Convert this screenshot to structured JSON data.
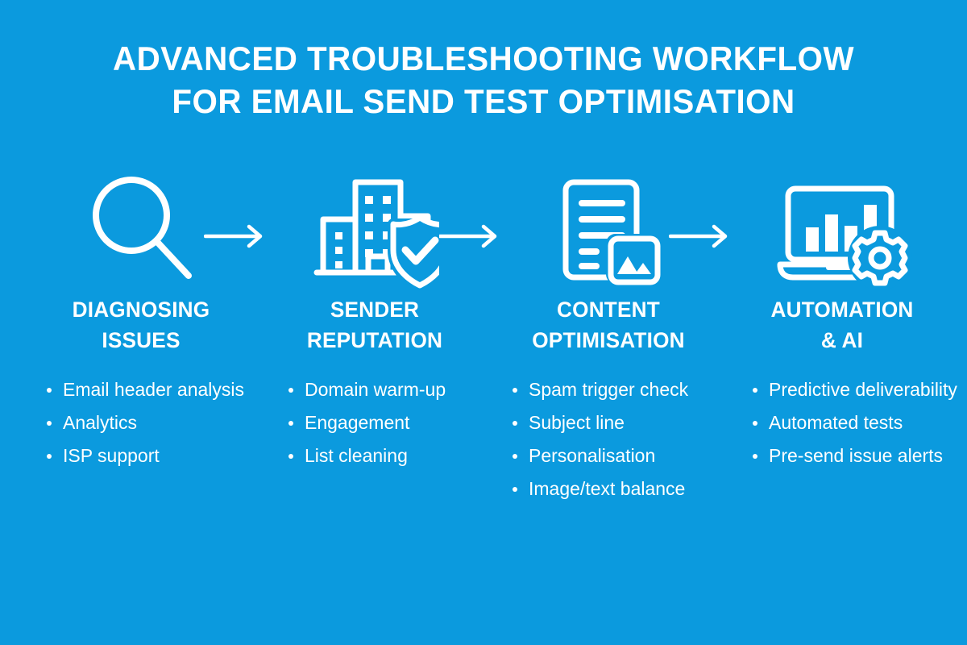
{
  "theme": {
    "background": "#0b9ade",
    "foreground": "#ffffff"
  },
  "title": {
    "line1": "ADVANCED TROUBLESHOOTING WORKFLOW",
    "line2": "FOR EMAIL SEND TEST OPTIMISATION"
  },
  "arrows": [
    {
      "name": "arrow-1",
      "label": "→"
    },
    {
      "name": "arrow-2",
      "label": "→"
    },
    {
      "name": "arrow-3",
      "label": "→"
    }
  ],
  "steps": [
    {
      "icon": "magnifying-glass-icon",
      "heading": "DIAGNOSING\nISSUES",
      "heading_line1": "DIAGNOSING",
      "heading_line2": "ISSUES",
      "bullets": [
        "Email header analysis",
        "Analytics",
        "ISP support"
      ]
    },
    {
      "icon": "building-shield-check-icon",
      "heading": "SENDER\nREPUTATION",
      "heading_line1": "SENDER",
      "heading_line2": "REPUTATION",
      "bullets": [
        "Domain warm-up",
        "Engagement",
        "List cleaning"
      ]
    },
    {
      "icon": "document-image-icon",
      "heading": "CONTENT\nOPTIMISATION",
      "heading_line1": "CONTENT",
      "heading_line2": "OPTIMISATION",
      "bullets": [
        "Spam trigger check",
        "Subject line",
        "Personalisation",
        "Image/text balance"
      ]
    },
    {
      "icon": "laptop-chart-gear-icon",
      "heading": "AUTOMATION\n& AI",
      "heading_line1": "AUTOMATION",
      "heading_line2": "& AI",
      "bullets": [
        "Predictive deliverability",
        "Automated tests",
        "Pre-send issue alerts"
      ]
    }
  ]
}
